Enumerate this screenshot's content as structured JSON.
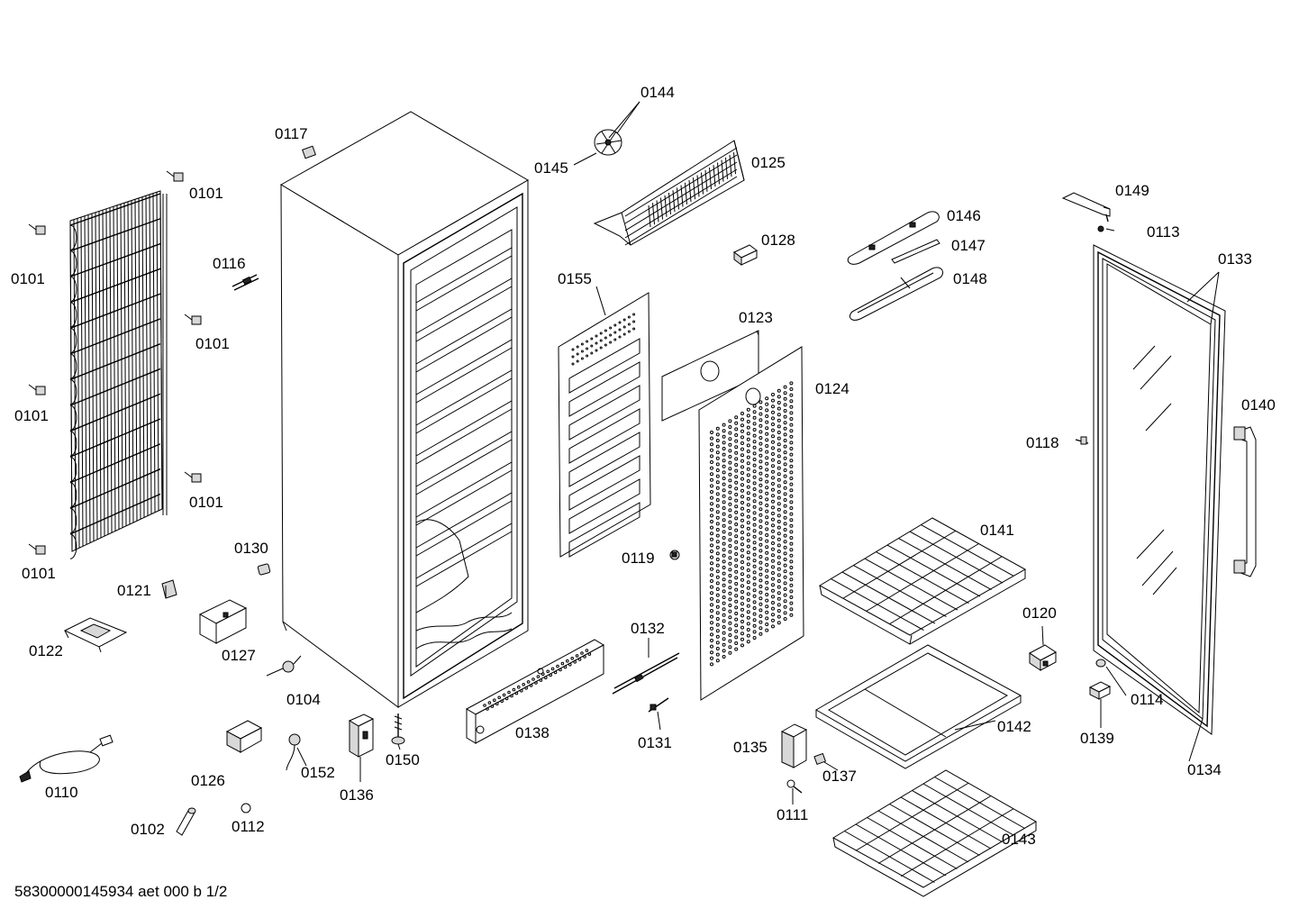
{
  "labels": {
    "l0101a": "0101",
    "l0101b": "0101",
    "l0101c": "0101",
    "l0101d": "0101",
    "l0101e": "0101",
    "l0101f": "0101",
    "l0102": "0102",
    "l0104": "0104",
    "l0110": "0110",
    "l0111": "0111",
    "l0112": "0112",
    "l0113": "0113",
    "l0114": "0114",
    "l0116": "0116",
    "l0117": "0117",
    "l0118": "0118",
    "l0119": "0119",
    "l0120": "0120",
    "l0121": "0121",
    "l0122": "0122",
    "l0123": "0123",
    "l0124": "0124",
    "l0125": "0125",
    "l0126": "0126",
    "l0127": "0127",
    "l0128": "0128",
    "l0130": "0130",
    "l0131": "0131",
    "l0132": "0132",
    "l0133": "0133",
    "l0134": "0134",
    "l0135": "0135",
    "l0136": "0136",
    "l0137": "0137",
    "l0138": "0138",
    "l0139": "0139",
    "l0140": "0140",
    "l0141": "0141",
    "l0142": "0142",
    "l0143": "0143",
    "l0144": "0144",
    "l0145": "0145",
    "l0146": "0146",
    "l0147": "0147",
    "l0148": "0148",
    "l0149": "0149",
    "l0150": "0150",
    "l0152": "0152",
    "l0155": "0155"
  },
  "footer": "58300000145934 aet 000 b 1/2"
}
